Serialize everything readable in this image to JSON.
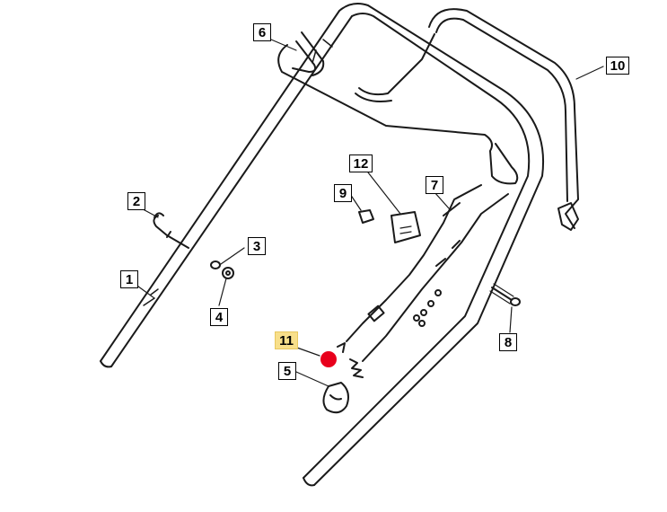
{
  "colors": {
    "line": "#1a1a1a",
    "highlight_box": "#f8df8a",
    "highlight_dot": "#e8001c"
  },
  "callouts": [
    {
      "id": "1",
      "label": "1"
    },
    {
      "id": "2",
      "label": "2"
    },
    {
      "id": "3",
      "label": "3"
    },
    {
      "id": "4",
      "label": "4"
    },
    {
      "id": "5",
      "label": "5"
    },
    {
      "id": "6",
      "label": "6"
    },
    {
      "id": "7",
      "label": "7"
    },
    {
      "id": "8",
      "label": "8"
    },
    {
      "id": "9",
      "label": "9"
    },
    {
      "id": "10",
      "label": "10"
    },
    {
      "id": "11",
      "label": "11",
      "highlighted": true
    },
    {
      "id": "12",
      "label": "12"
    }
  ]
}
